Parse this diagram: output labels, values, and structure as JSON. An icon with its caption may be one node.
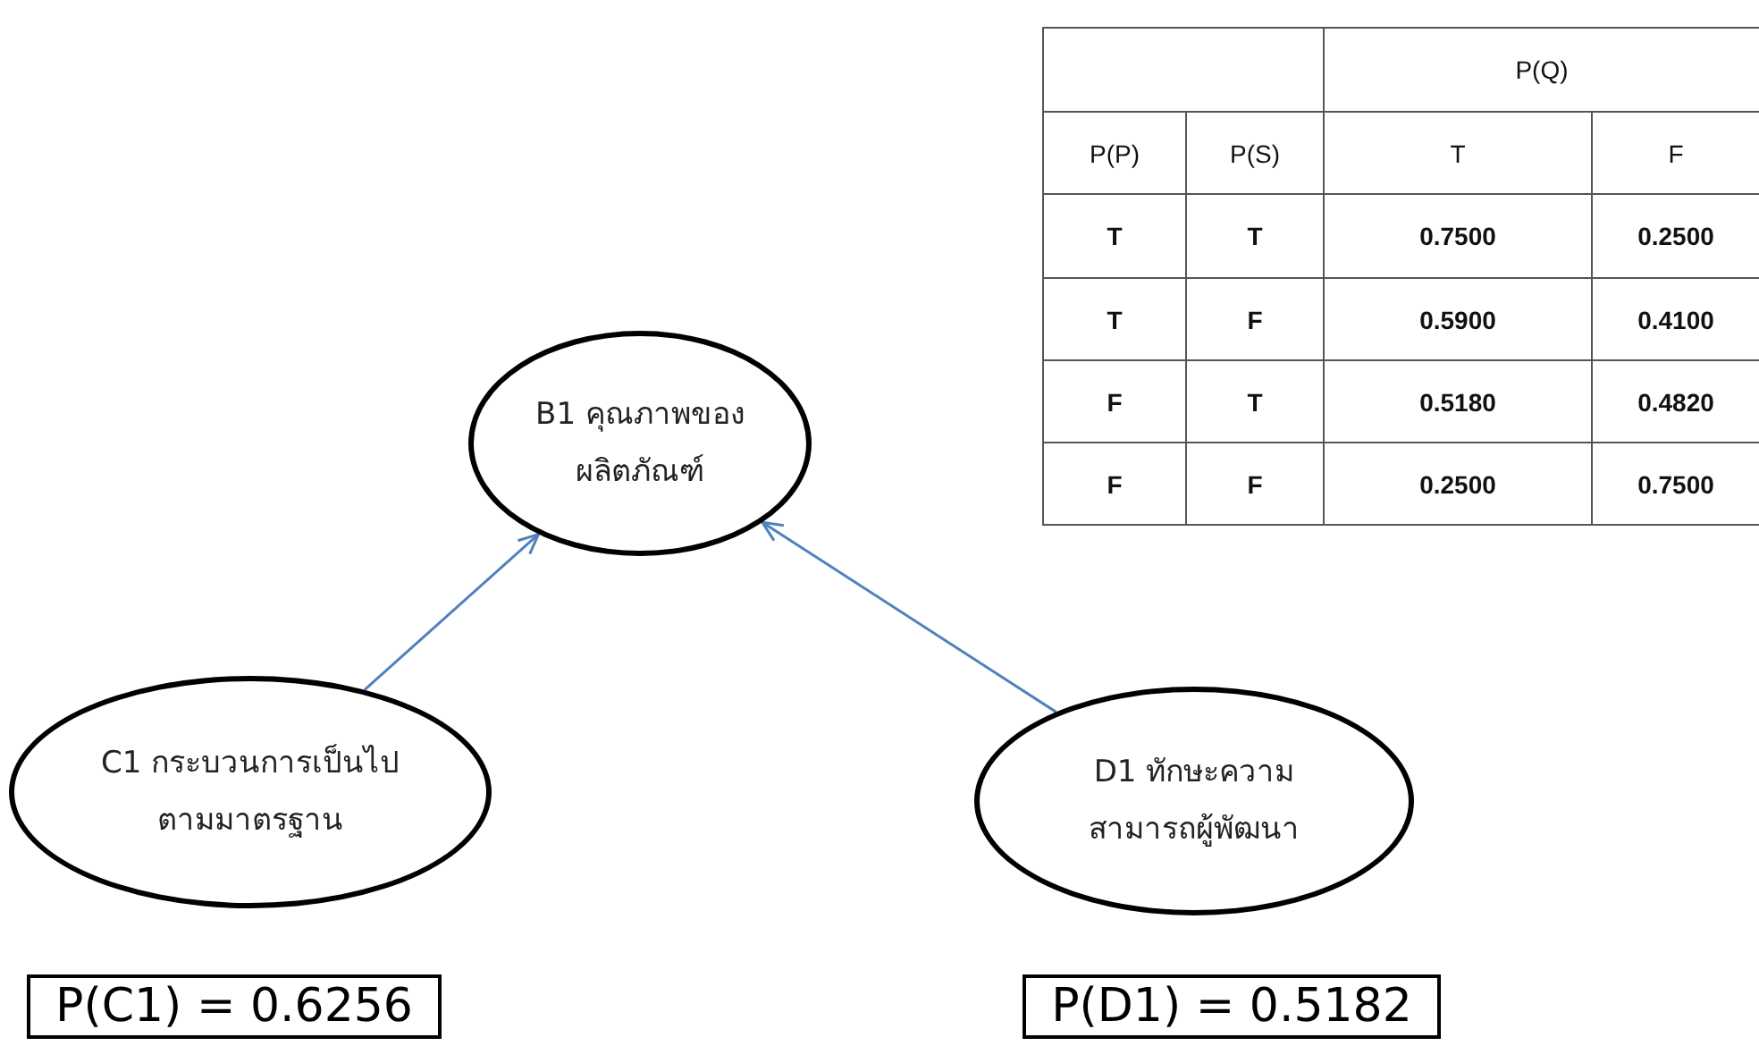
{
  "diagram": {
    "nodes": [
      {
        "text": [
          "B1 คุณภาพของผลิตภัณฑ์"
        ]
      },
      {
        "text": [
          "C1 กระบวนการเป็นไปตามมาตรฐาน"
        ]
      },
      {
        "text": [
          "D1 ทักษะความสามารถผู้พัฒนา"
        ]
      },
      {
        "text": [
          "P(C1) = 0.6256"
        ]
      },
      {
        "text": [
          "P(D1) = 0.5182"
        ]
      }
    ],
    "edges": [
      {
        "from": 1,
        "to": 0,
        "arrow": "to"
      },
      {
        "from": 2,
        "to": 0,
        "arrow": "to"
      }
    ],
    "labels": [
      "P(Q)",
      "P(P)",
      "P(S)",
      "T",
      "F",
      "T",
      "T",
      "0.7500",
      "0.2500",
      "T",
      "F",
      "0.5900",
      "0.4100",
      "F",
      "T",
      "0.5180",
      "0.4820",
      "F",
      "F",
      "0.2500",
      "0.7500"
    ]
  }
}
